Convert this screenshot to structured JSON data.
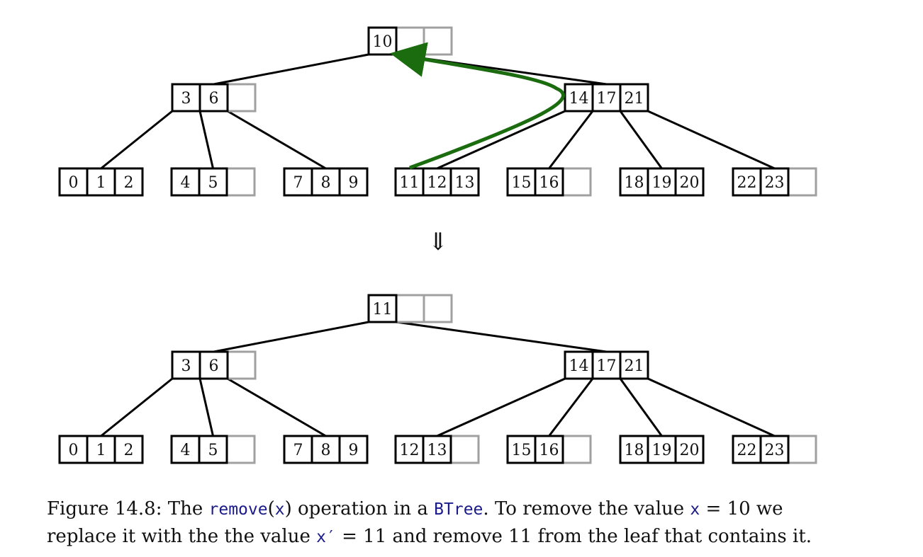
{
  "colors": {
    "border": "#000000",
    "empty": "#a0a0a0",
    "arrow": "#1b6b0f"
  },
  "arrow_glyph": "⇓",
  "trees": [
    {
      "name": "before",
      "root": [
        "10",
        "",
        ""
      ],
      "internal": [
        [
          "3",
          "6",
          ""
        ],
        [
          "14",
          "17",
          "21"
        ]
      ],
      "leaves": [
        [
          "0",
          "1",
          "2"
        ],
        [
          "4",
          "5",
          ""
        ],
        [
          "7",
          "8",
          "9"
        ],
        [
          "11",
          "12",
          "13"
        ],
        [
          "15",
          "16",
          ""
        ],
        [
          "18",
          "19",
          "20"
        ],
        [
          "22",
          "23",
          ""
        ]
      ]
    },
    {
      "name": "after",
      "root": [
        "11",
        "",
        ""
      ],
      "internal": [
        [
          "3",
          "6",
          ""
        ],
        [
          "14",
          "17",
          "21"
        ]
      ],
      "leaves": [
        [
          "0",
          "1",
          "2"
        ],
        [
          "4",
          "5",
          ""
        ],
        [
          "7",
          "8",
          "9"
        ],
        [
          "12",
          "13",
          ""
        ],
        [
          "15",
          "16",
          ""
        ],
        [
          "18",
          "19",
          "20"
        ],
        [
          "22",
          "23",
          ""
        ]
      ]
    }
  ],
  "caption": {
    "figure": "Figure 14.8:",
    "t1": "The",
    "code1": "remove",
    "p_open": "(",
    "code_x": "x",
    "p_close": ")",
    "t2": "operation in a",
    "code_btree": "BTree",
    "t3": ". To remove the value",
    "code_x2": "x",
    "t4": "= 10 we",
    "t5": "replace it with the the value",
    "code_x3": "x′",
    "t6": "= 11 and remove 11 from the leaf that contains it."
  }
}
